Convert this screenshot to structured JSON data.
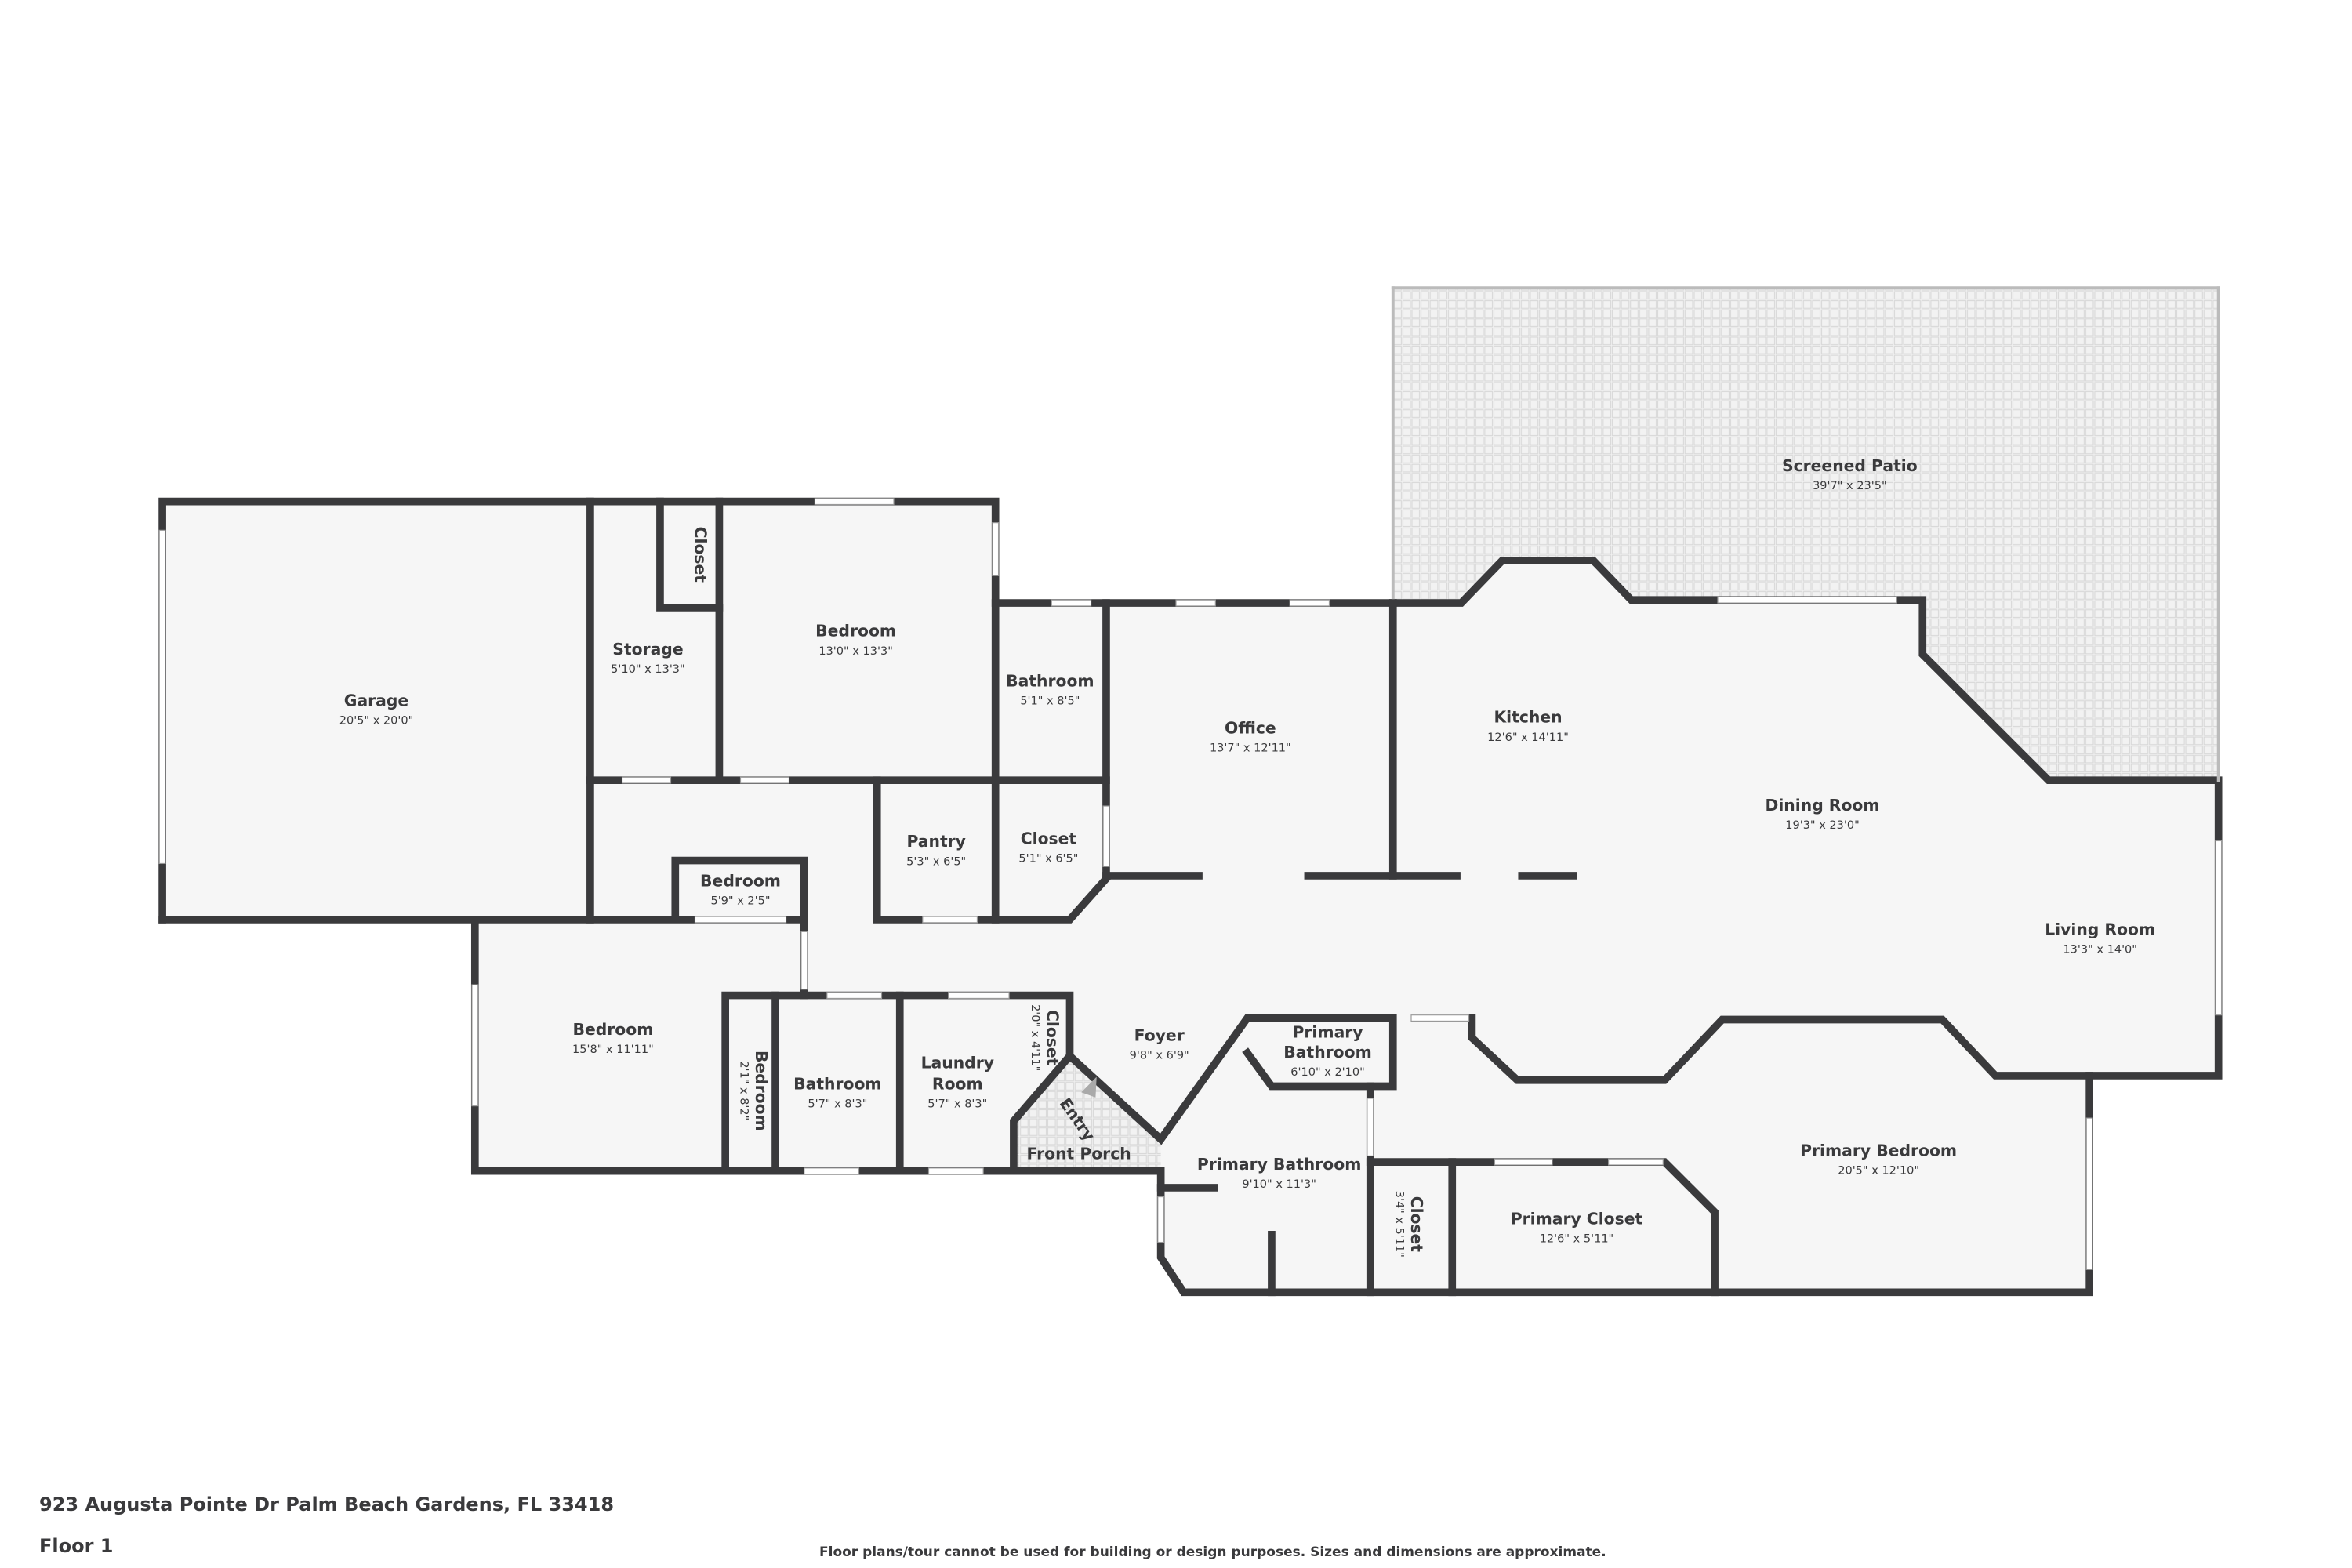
{
  "address": "923 Augusta Pointe Dr Palm Beach Gardens, FL 33418",
  "floor_label": "Floor 1",
  "disclaimer": "Floor plans/tour cannot be used for building or design purposes. Sizes and dimensions are approximate.",
  "colors": {
    "wall": "#3a3a3c",
    "floor": "#f6f6f6",
    "patio": "#e9e9e9"
  },
  "rooms": [
    {
      "name": "Screened Patio",
      "dims": "39'7\" x 23'5\""
    },
    {
      "name": "Garage",
      "dims": "20'5\" x 20'0\""
    },
    {
      "name": "Storage",
      "dims": "5'10\" x 13'3\""
    },
    {
      "name": "Closet",
      "dims": ""
    },
    {
      "name": "Bedroom",
      "dims": "13'0\" x 13'3\""
    },
    {
      "name": "Bathroom",
      "dims": "5'1\" x 8'5\""
    },
    {
      "name": "Office",
      "dims": "13'7\" x 12'11\""
    },
    {
      "name": "Kitchen",
      "dims": "12'6\" x 14'11\""
    },
    {
      "name": "Dining Room",
      "dims": "19'3\" x 23'0\""
    },
    {
      "name": "Living Room",
      "dims": "13'3\" x 14'0\""
    },
    {
      "name": "Pantry",
      "dims": "5'3\" x 6'5\""
    },
    {
      "name": "Closet",
      "dims": "5'1\" x 6'5\""
    },
    {
      "name": "Bedroom",
      "dims": "5'9\" x 2'5\""
    },
    {
      "name": "Bedroom",
      "dims": "15'8\" x 11'11\""
    },
    {
      "name": "Bedroom",
      "dims": "2'1\" x 8'2\""
    },
    {
      "name": "Bathroom",
      "dims": "5'7\" x 8'3\""
    },
    {
      "name": "Laundry",
      "name2": "Room",
      "dims": "5'7\" x 8'3\""
    },
    {
      "name": "Closet",
      "dims": "2'0\" x 4'11\""
    },
    {
      "name": "Foyer",
      "dims": "9'8\" x 6'9\""
    },
    {
      "name": "Entry",
      "dims": ""
    },
    {
      "name": "Front Porch",
      "dims": ""
    },
    {
      "name": "Primary",
      "name2": "Bathroom",
      "dims": "6'10\" x 2'10\""
    },
    {
      "name": "Primary Bathroom",
      "dims": "9'10\" x 11'3\""
    },
    {
      "name": "Closet",
      "dims": "3'4\" x 5'11\""
    },
    {
      "name": "Primary Closet",
      "dims": "12'6\" x 5'11\""
    },
    {
      "name": "Primary Bedroom",
      "dims": "20'5\" x 12'10\""
    }
  ]
}
